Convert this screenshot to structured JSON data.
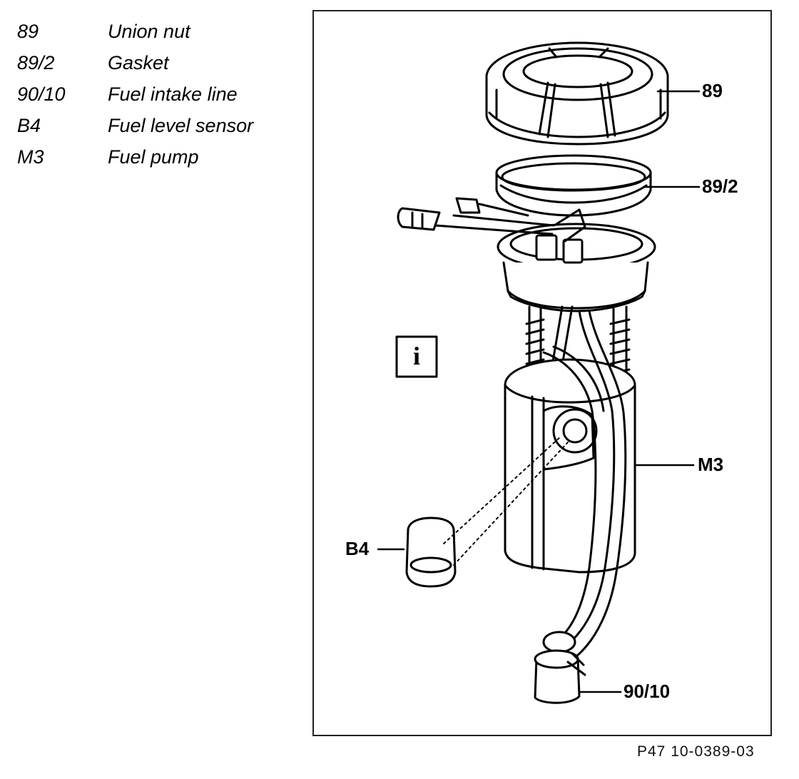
{
  "legend": [
    {
      "code": "89",
      "desc": "Union nut"
    },
    {
      "code": "89/2",
      "desc": "Gasket"
    },
    {
      "code": "90/10",
      "desc": "Fuel intake line"
    },
    {
      "code": "B4",
      "desc": "Fuel level sensor"
    },
    {
      "code": "M3",
      "desc": "Fuel pump"
    }
  ],
  "figure": {
    "callouts": {
      "union_nut": "89",
      "gasket": "89/2",
      "fuel_pump": "M3",
      "fuel_level_sensor": "B4",
      "fuel_intake_line": "90/10"
    },
    "info_icon_glyph": "i",
    "code": "P47 10-0389-03"
  }
}
